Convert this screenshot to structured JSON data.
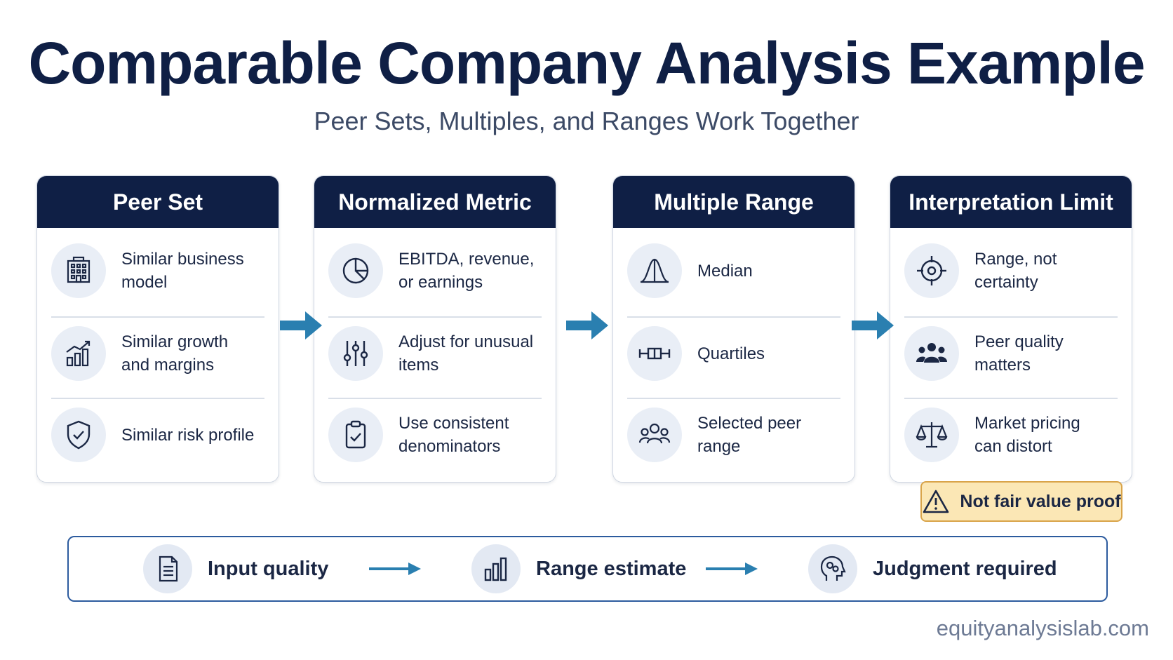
{
  "title": "Comparable Company Analysis Example",
  "subtitle": "Peer Sets, Multiples, and Ranges Work Together",
  "colors": {
    "navy": "#0f1f45",
    "arrow": "#2a7fb0",
    "warning_bg": "#fbe7b5",
    "warning_border": "#d9a44a"
  },
  "columns": [
    {
      "header": "Peer Set",
      "items": [
        {
          "icon": "building-icon",
          "text": "Similar business model"
        },
        {
          "icon": "growth-chart-icon",
          "text": "Similar growth\nand margins"
        },
        {
          "icon": "shield-check-icon",
          "text": "Similar risk profile"
        }
      ]
    },
    {
      "header": "Normalized Metric",
      "items": [
        {
          "icon": "pie-chart-icon",
          "text": "EBITDA, revenue,\nor earnings"
        },
        {
          "icon": "sliders-icon",
          "text": "Adjust for unusual\nitems"
        },
        {
          "icon": "clipboard-check-icon",
          "text": "Use consistent\ndenominators"
        }
      ]
    },
    {
      "header": "Multiple Range",
      "items": [
        {
          "icon": "bell-curve-icon",
          "text": "Median"
        },
        {
          "icon": "box-plot-icon",
          "text": "Quartiles"
        },
        {
          "icon": "peer-group-icon",
          "text": "Selected peer range"
        }
      ]
    },
    {
      "header": "Interpretation Limit",
      "items": [
        {
          "icon": "target-icon",
          "text": "Range, not certainty"
        },
        {
          "icon": "people-group-icon",
          "text": "Peer quality matters"
        },
        {
          "icon": "scale-icon",
          "text": "Market pricing\ncan distort"
        }
      ]
    }
  ],
  "warning": {
    "icon": "warning-icon",
    "text": "Not fair value proof"
  },
  "bottom_flow": [
    {
      "icon": "document-icon",
      "text": "Input quality"
    },
    {
      "icon": "bar-chart-icon",
      "text": "Range estimate"
    },
    {
      "icon": "head-gears-icon",
      "text": "Judgment required"
    }
  ],
  "footer": "equityanalysislab.com"
}
